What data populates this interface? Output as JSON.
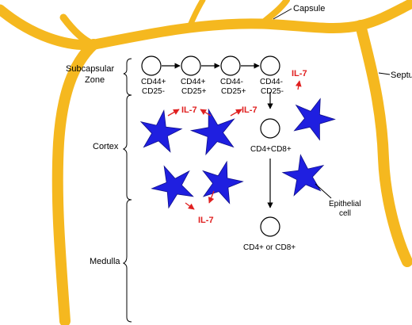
{
  "labels": {
    "capsule": "Capsule",
    "septum": "Septum",
    "subcapsular_line1": "Subcapsular",
    "subcapsular_line2": "Zone",
    "cortex": "Cortex",
    "medulla": "Medulla",
    "epithelial_line1": "Epithelial",
    "epithelial_line2": "cell"
  },
  "cells": [
    {
      "line1": "CD44+",
      "line2": "CD25-"
    },
    {
      "line1": "CD44+",
      "line2": "CD25+"
    },
    {
      "line1": "CD44-",
      "line2": "CD25+"
    },
    {
      "line1": "CD44-",
      "line2": "CD25-"
    }
  ],
  "double_positive": "CD4+CD8+",
  "single_positive": "CD4+ or CD8+",
  "cytokine": "IL-7",
  "colors": {
    "capsule": "#f5b81f",
    "epithelial": "#1f1fe0",
    "cytokine": "#e02020"
  }
}
